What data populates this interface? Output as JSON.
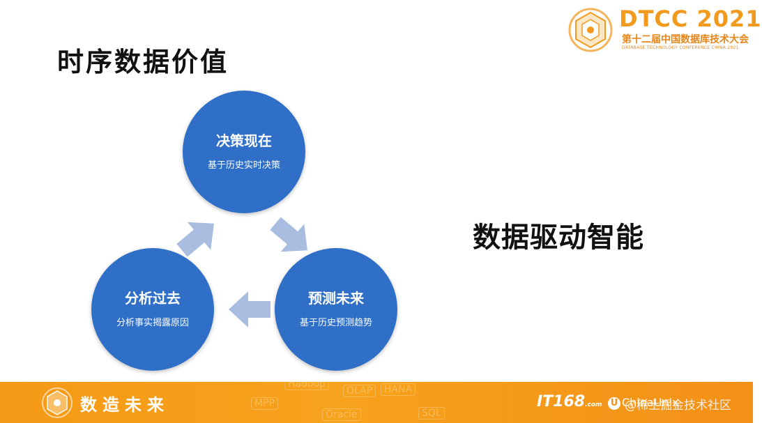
{
  "slide": {
    "title": "时序数据价值",
    "side_text": "数据驱动智能"
  },
  "cycle": {
    "top": {
      "title": "决策现在",
      "subtitle": "基于历史实时决策"
    },
    "right": {
      "title": "预测未来",
      "subtitle": "基于历史预测趋势"
    },
    "left": {
      "title": "分析过去",
      "subtitle": "分析事实揭露原因"
    }
  },
  "logo": {
    "main": "DTCC 2021",
    "cn": "第十二届中国数据库技术大会",
    "en": "DATABASE TECHNOLOGY CONFERENCE CHINA 2021"
  },
  "footer": {
    "slogan": "数造未来",
    "bg_words": [
      "Hadoop",
      "MPP",
      "OLAP",
      "HANA",
      "Oracle",
      "SQL"
    ],
    "it168": "IT168",
    "it168_suffix": ".com",
    "chinaunix_u": "U",
    "chinaunix": "ChinaUnix",
    "watermark": "@稀土掘金技术社区"
  },
  "colors": {
    "circle": "#2f6fc7",
    "arrow": "#a9bde0",
    "accent": "#f29a1e"
  }
}
